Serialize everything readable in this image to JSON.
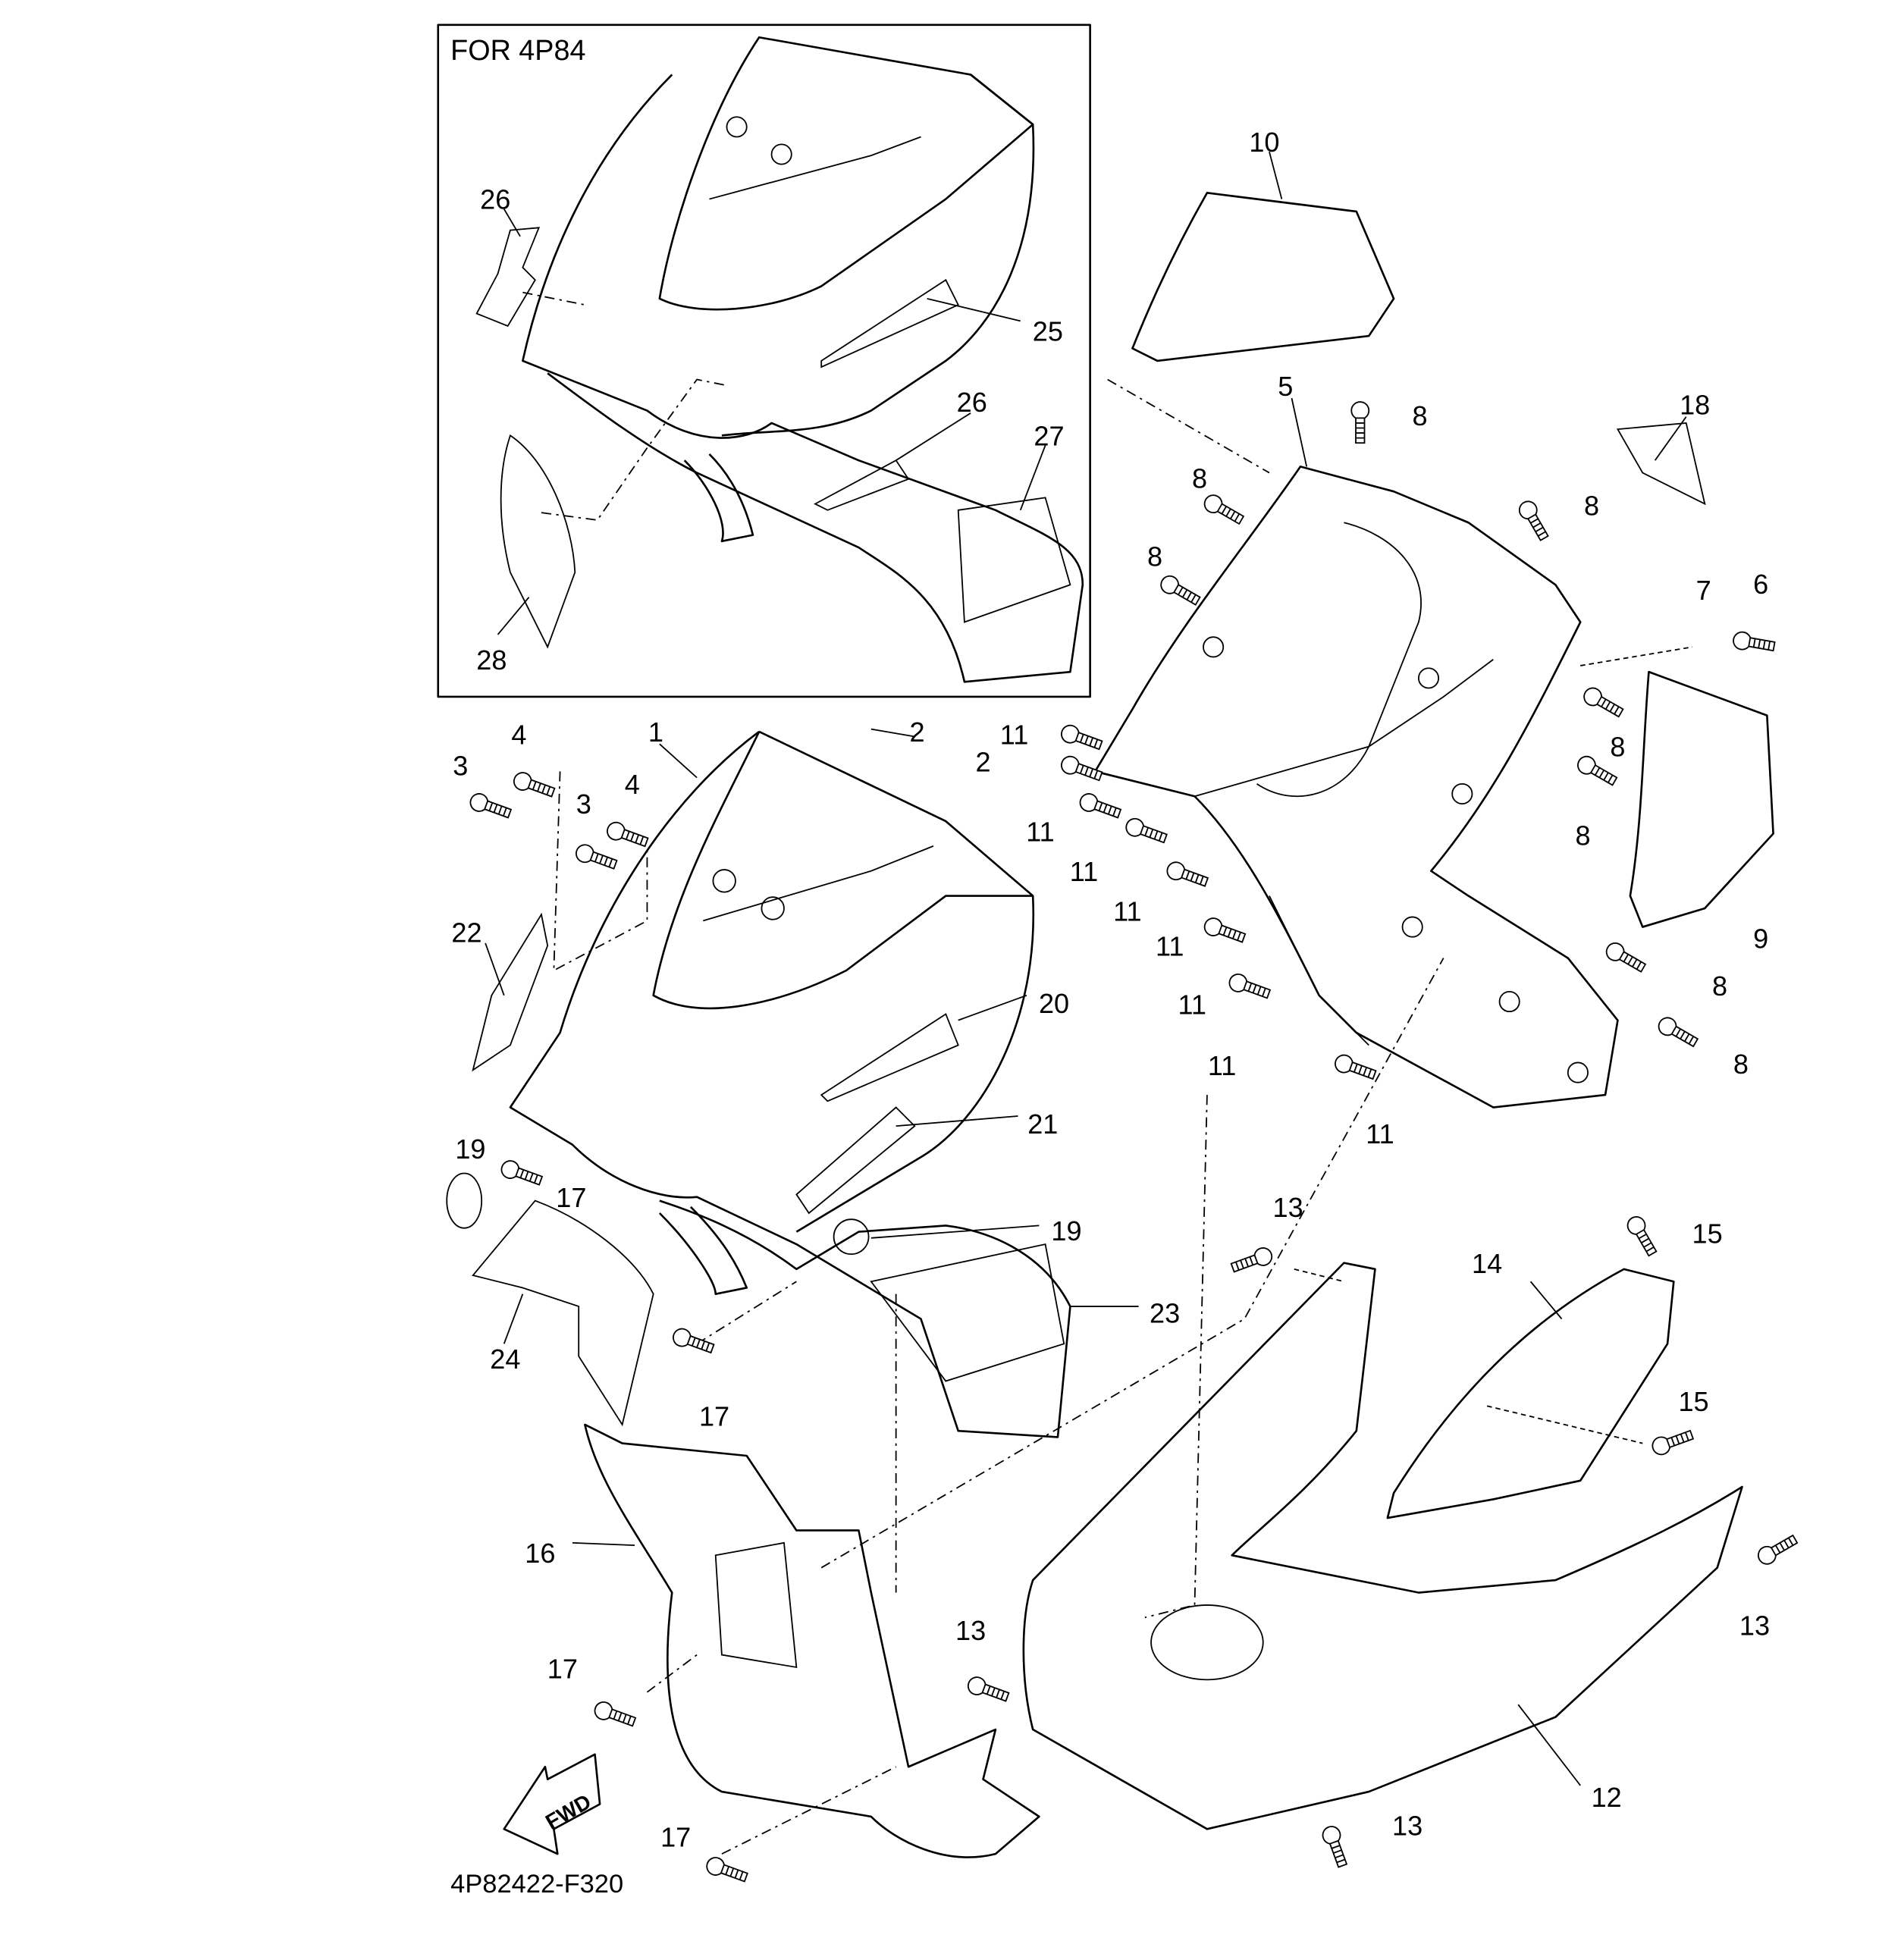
{
  "diagram": {
    "inset_title": "FOR 4P84",
    "diagram_code": "4P82422-F320",
    "fwd_arrow_text": "FWD",
    "callouts": [
      "26",
      "25",
      "26",
      "27",
      "28",
      "10",
      "5",
      "8",
      "18",
      "8",
      "8",
      "8",
      "7",
      "6",
      "4",
      "1",
      "2",
      "3",
      "2",
      "3",
      "4",
      "11",
      "11",
      "11",
      "11",
      "11",
      "11",
      "11",
      "11",
      "8",
      "8",
      "9",
      "8",
      "8",
      "22",
      "20",
      "21",
      "19",
      "17",
      "19",
      "23",
      "24",
      "17",
      "13",
      "15",
      "14",
      "15",
      "16",
      "13",
      "13",
      "17",
      "12",
      "13",
      "17"
    ]
  }
}
